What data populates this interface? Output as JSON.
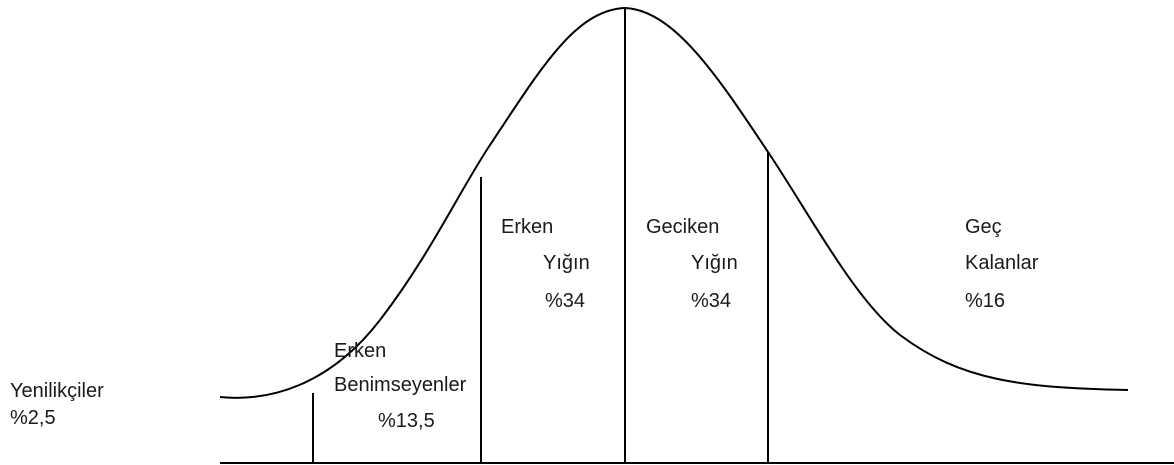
{
  "segments": {
    "innovators": {
      "name": "Yenilikçiler",
      "percent": "%2,5"
    },
    "early_adopters": {
      "name_line1": "Erken",
      "name_line2": "Benimseyenler",
      "percent": "%13,5"
    },
    "early_majority": {
      "name_line1": "Erken",
      "name_line2": "Yığın",
      "percent": "%34"
    },
    "late_majority": {
      "name_line1": "Geciken",
      "name_line2": "Yığın",
      "percent": "%34"
    },
    "laggards": {
      "name_line1": "Geç",
      "name_line2": "Kalanlar",
      "percent": "%16"
    }
  }
}
